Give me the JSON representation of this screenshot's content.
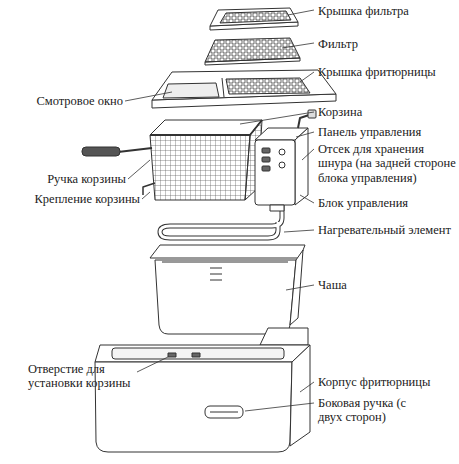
{
  "diagram": {
    "labels": [
      "Крышка фильтра",
      "Фильтр",
      "Крышка фритюрницы",
      "Смотровое окно",
      "Корзина",
      "Панель управления",
      "Отсек для хранения шнура (на задней стороне блока управления)",
      "Ручка корзины",
      "Крепление корзины",
      "Блок управления",
      "Нагревательный элемент",
      "Чаша",
      "Отверстие для установки корзины",
      "Корпус фритюрницы",
      "Боковая ручка (с двух сторон)"
    ]
  }
}
